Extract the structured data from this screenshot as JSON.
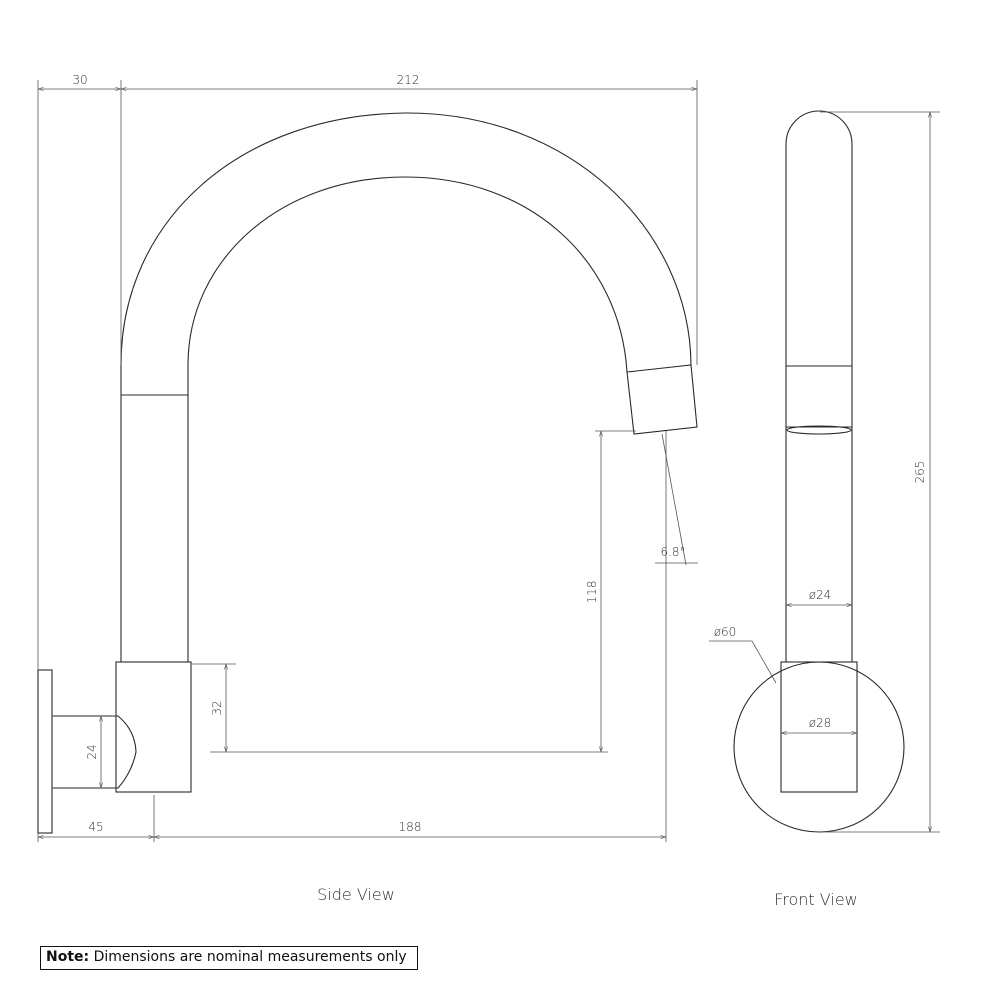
{
  "dimensions": {
    "backplate_depth": "30",
    "spout_reach": "212",
    "total_height": "265",
    "outlet_height": "118",
    "body_height": "32",
    "inlet_diameter": "24",
    "wall_offset": "45",
    "outlet_projection": "188",
    "outlet_angle": "6.8°",
    "spout_diameter": "ø24",
    "flange_diameter": "ø60",
    "body_diameter": "ø28"
  },
  "views": {
    "side": "Side View",
    "front": "Front View"
  },
  "note": {
    "label": "Note:",
    "text": "Dimensions are nominal measurements only"
  }
}
